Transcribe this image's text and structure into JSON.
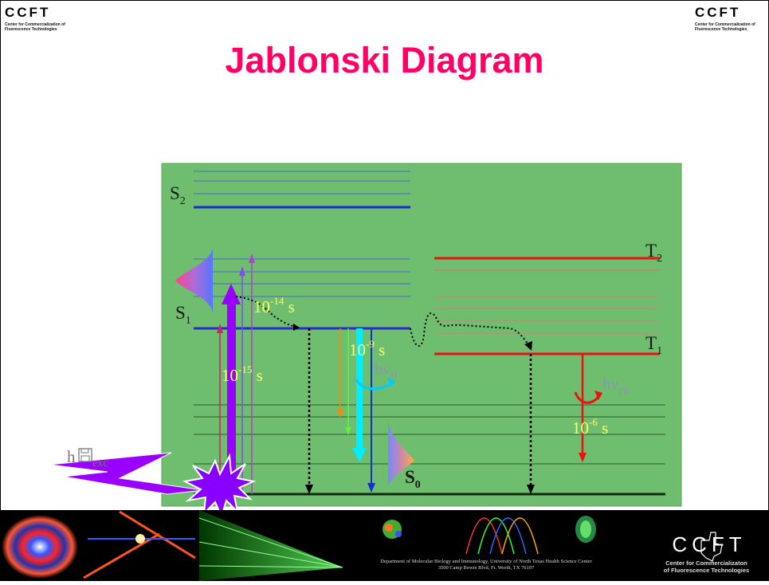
{
  "header": {
    "logo_text": "CCFT",
    "logo_subtitle": "Center for Commercialization of Fluorescence Technologies",
    "title": "Jablonski Diagram"
  },
  "levels": {
    "s2": "S",
    "s2_sub": "2",
    "s1": "S",
    "s1_sub": "1",
    "s0": "S",
    "s0_sub": "0",
    "t2": "T",
    "t2_sub": "2",
    "t1": "T",
    "t1_sub": "1"
  },
  "timescales": {
    "absorption_base": "10",
    "absorption_exp": "-15",
    "absorption_unit": " s",
    "relaxation_base": "10",
    "relaxation_exp": "-14",
    "relaxation_unit": " s",
    "fluorescence_base": "10",
    "fluorescence_exp": "-9",
    "fluorescence_unit": " s",
    "phosphorescence_base": "10",
    "phosphorescence_exp": "-6",
    "phosphorescence_unit": " s"
  },
  "labels": {
    "excitation_h": "h",
    "excitation_sub": "exc",
    "fluorescence_main": "hν",
    "fluorescence_sub": "fl",
    "phosphorescence_main": "hν",
    "phosphorescence_sub": "ph"
  },
  "colors": {
    "title": "#ff0066",
    "panel": "#6fbd6f",
    "singlet_line": "#2a2acc",
    "triplet_line": "#ee1111",
    "timescale_text": "#ffff66",
    "absorption_arrow": "#9900ff"
  },
  "footer": {
    "department": "Department of Molecular Biology and Immunology, University of North Texas Health Science Center",
    "address": "3500 Camp Bowie Blvd, Ft. Worth, TX 76107",
    "logo_text": "CCFT",
    "logo_subtitle_1": "Center for Commercializaton",
    "logo_subtitle_2": "of Fluorescence Technologies"
  }
}
